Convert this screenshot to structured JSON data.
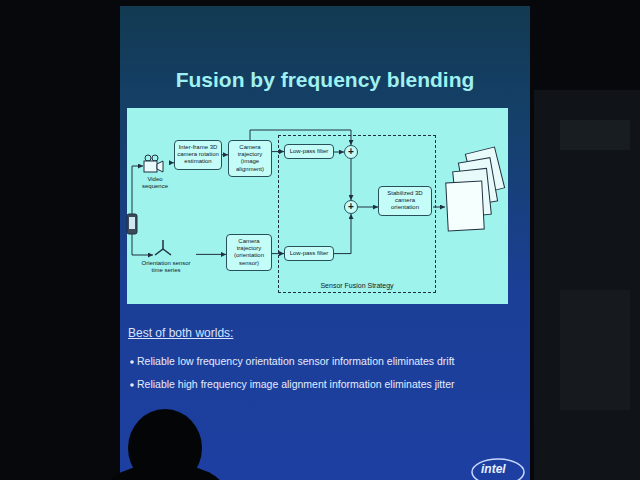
{
  "diagram": {
    "title": "Fusion by frequency blending",
    "nodes": [
      {
        "text": [
          "Video sequence"
        ]
      },
      {
        "text": [
          "Inter-frame 3D camera rotation estimation"
        ]
      },
      {
        "text": [
          "Camera trajectory (image alignment)"
        ]
      },
      {
        "text": [
          "Sensor Fusion Strategy"
        ]
      },
      {
        "text": [
          "Low-pass filter"
        ],
        "in": 3
      },
      {
        "text": [
          "+"
        ],
        "in": 3
      },
      {
        "text": [
          "+"
        ],
        "in": 3
      },
      {
        "text": [
          "Stabilized 3D camera orientation"
        ],
        "in": 3
      },
      {
        "text": [
          "Low-pass filter"
        ],
        "in": 3
      },
      {
        "text": [
          "Orientation sensor time series"
        ]
      },
      {
        "text": [
          "Camera trajectory (orientation sensor)"
        ]
      }
    ],
    "edges": [
      {
        "from": 0,
        "to": 1,
        "arrow": "to"
      },
      {
        "from": 1,
        "to": 2,
        "arrow": "to"
      },
      {
        "from": 2,
        "to": 4,
        "arrow": "to"
      },
      {
        "from": 4,
        "to": 5,
        "arrow": "to"
      },
      {
        "from": 2,
        "to": 5,
        "arrow": "to"
      },
      {
        "from": 5,
        "to": 6,
        "arrow": "to"
      },
      {
        "from": 6,
        "to": 7,
        "arrow": "to"
      },
      {
        "from": 8,
        "to": 6,
        "arrow": "to"
      },
      {
        "from": 9,
        "to": 10,
        "arrow": "to"
      },
      {
        "from": 10,
        "to": 8,
        "arrow": "to"
      }
    ],
    "labels": [
      "Best of both worlds:",
      "Reliable low frequency orientation sensor information eliminates drift",
      "Reliable high frequency image alignment information eliminates jitter",
      "intel"
    ]
  }
}
